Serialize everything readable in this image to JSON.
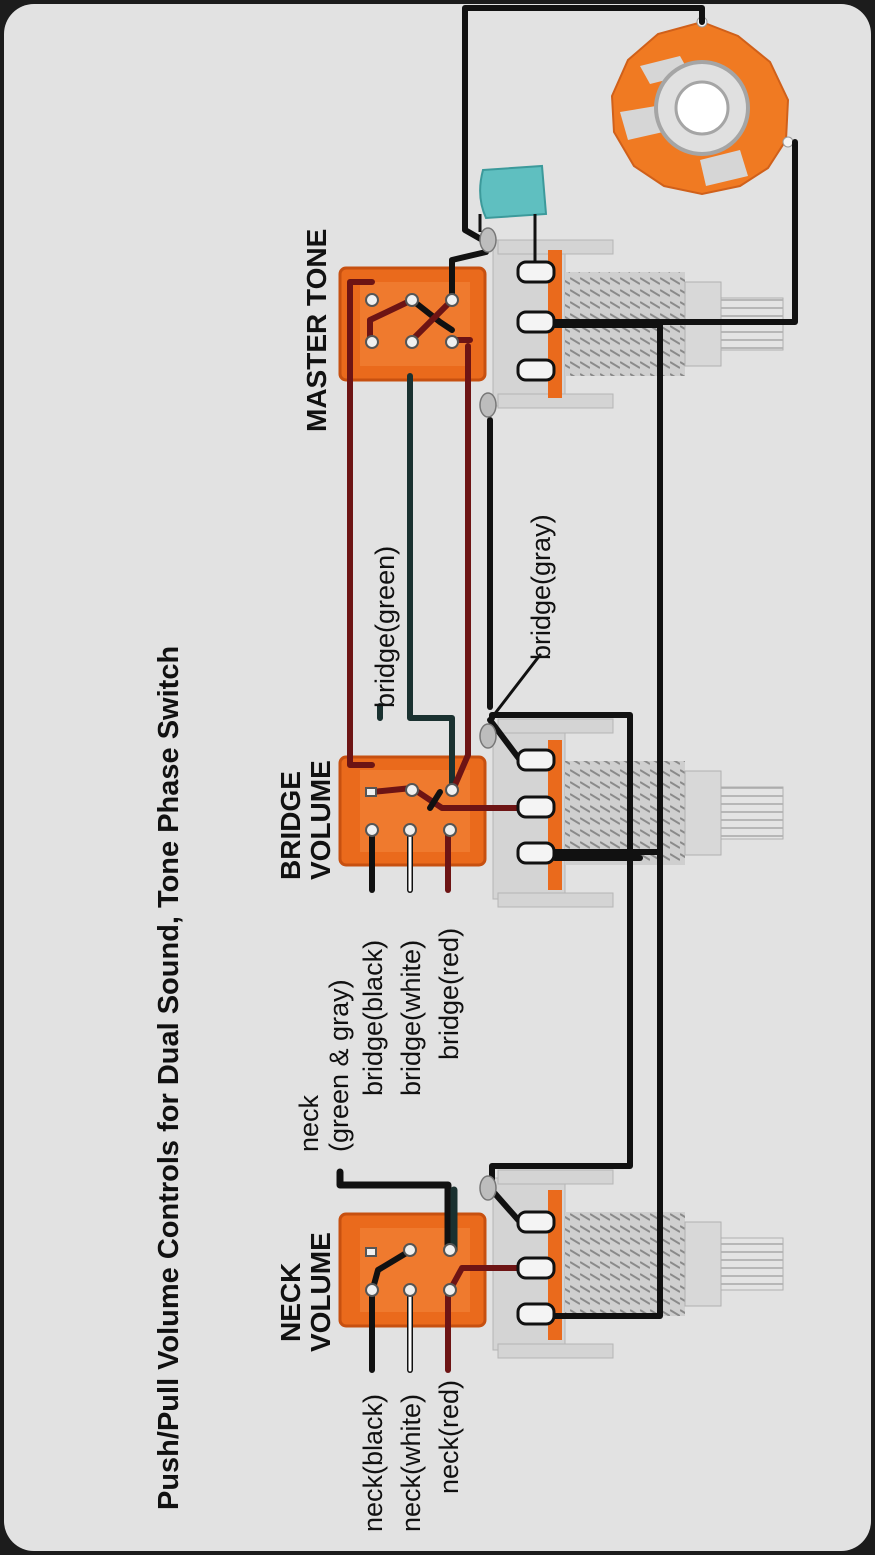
{
  "title": "Push/Pull Volume Controls for Dual Sound, Tone Phase Switch",
  "controls": {
    "neck_volume": [
      "NECK",
      "VOLUME"
    ],
    "bridge_volume": [
      "BRIDGE",
      "VOLUME"
    ],
    "master_tone": "MASTER TONE"
  },
  "wire_labels": {
    "neck_black": "neck(black)",
    "neck_white": "neck(white)",
    "neck_red": "neck(red)",
    "neck_green_gray": [
      "neck",
      "(green & gray)"
    ],
    "bridge_black": "bridge(black)",
    "bridge_white": "bridge(white)",
    "bridge_red": "bridge(red)",
    "bridge_green": "bridge(green)",
    "bridge_gray": "bridge(gray)"
  },
  "colors": {
    "panel": "#e2e2e2",
    "switch_orange": "#ea6a1c",
    "pot_gray": "#d2d2d2",
    "lug_orange": "#ea6a1c",
    "capacitor": "#5fbfc0",
    "wire_black": "#111111",
    "wire_red": "#6d1414",
    "wire_dark_green": "#1a3130",
    "wire_white": "#ffffff",
    "jack_orange": "#f07a22"
  }
}
